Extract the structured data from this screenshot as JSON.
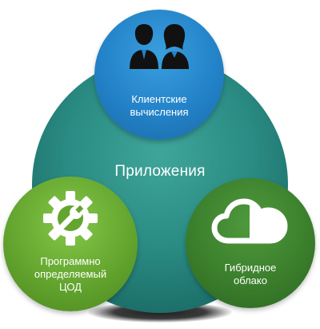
{
  "center": {
    "label": "Приложения"
  },
  "nodes": {
    "client": {
      "lines": [
        "Клиентские",
        "вычисления"
      ],
      "icon": "people-icon",
      "color": "#2382c8"
    },
    "sddc": {
      "lines": [
        "Программно",
        "определяемый",
        "ЦОД"
      ],
      "icon": "gear-wrench-icon",
      "color": "#63a52e"
    },
    "hybrid": {
      "lines": [
        "Гибридное",
        "облако"
      ],
      "icon": "cloud-icon",
      "color": "#3b7f2c"
    }
  },
  "colors": {
    "center_circle": "#2a8c84",
    "text": "#ffffff"
  }
}
